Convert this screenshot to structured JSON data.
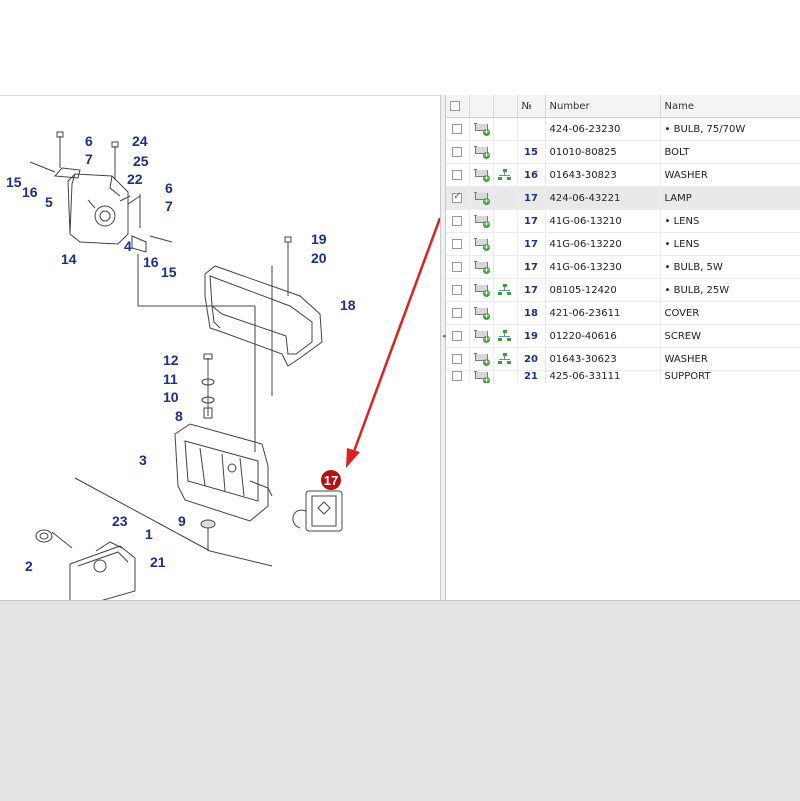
{
  "table": {
    "headers": {
      "no": "№",
      "number": "Number",
      "name": "Name"
    },
    "rows": [
      {
        "no": "",
        "number": "424-06-23230",
        "name": "• BULB, 75/70W",
        "checked": false,
        "tree": false
      },
      {
        "no": "15",
        "number": "01010-80825",
        "name": "BOLT",
        "checked": false,
        "tree": false
      },
      {
        "no": "16",
        "number": "01643-30823",
        "name": "WASHER",
        "checked": false,
        "tree": true
      },
      {
        "no": "17",
        "number": "424-06-43221",
        "name": "LAMP",
        "checked": true,
        "tree": false,
        "selected": true
      },
      {
        "no": "17",
        "number": "41G-06-13210",
        "name": "• LENS",
        "checked": false,
        "tree": false
      },
      {
        "no": "17",
        "number": "41G-06-13220",
        "name": "• LENS",
        "checked": false,
        "tree": false
      },
      {
        "no": "17",
        "number": "41G-06-13230",
        "name": "• BULB, 5W",
        "checked": false,
        "tree": false
      },
      {
        "no": "17",
        "number": "08105-12420",
        "name": "• BULB, 25W",
        "checked": false,
        "tree": true
      },
      {
        "no": "18",
        "number": "421-06-23611",
        "name": "COVER",
        "checked": false,
        "tree": false
      },
      {
        "no": "19",
        "number": "01220-40616",
        "name": "SCREW",
        "checked": false,
        "tree": true
      },
      {
        "no": "20",
        "number": "01643-30623",
        "name": "WASHER",
        "checked": false,
        "tree": true
      },
      {
        "no": "21",
        "number": "425-06-33111",
        "name": "SUPPORT",
        "checked": false,
        "tree": false,
        "partial": true
      }
    ]
  },
  "diagram": {
    "callouts": [
      "6",
      "7",
      "24",
      "25",
      "15",
      "16",
      "5",
      "22",
      "6",
      "7",
      "14",
      "4",
      "16",
      "15",
      "19",
      "20",
      "18",
      "12",
      "11",
      "10",
      "8",
      "3",
      "9",
      "23",
      "1",
      "2",
      "21"
    ],
    "highlight_badge": "17",
    "colors": {
      "callout": "#1c2f8a",
      "badge": "#b81010",
      "arrow": "#e02020",
      "line": "#444444"
    }
  },
  "icons": {
    "cart": "cart-add-icon",
    "tree": "tree-structure-icon",
    "checkbox": "checkbox-icon"
  }
}
